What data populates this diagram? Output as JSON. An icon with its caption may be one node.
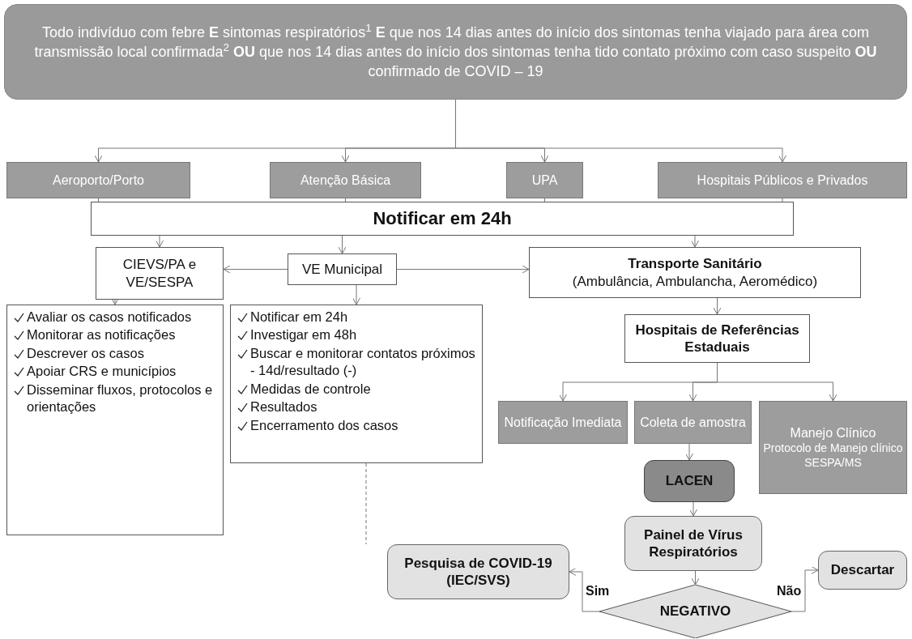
{
  "diagram": {
    "nodes": [
      {
        "text": [
          "Todo indivíduo com febre **E** sintomas respiratórios$^{1}$ **E** que nos 14 dias antes do início dos sintomas tenha viajado para área com transmissão local confirmada$^{2}$ **OU** que nos 14 dias antes do início dos sintomas tenha tido contato próximo com caso suspeito **OU** confirmado de COVID – 19"
        ]
      },
      {
        "text": [
          "Aeroporto/Porto"
        ]
      },
      {
        "text": [
          "Atenção Básica"
        ]
      },
      {
        "text": [
          "UPA"
        ]
      },
      {
        "text": [
          "Hospitais Públicos e Privados"
        ]
      },
      {
        "text": [
          "Notificar em 24h"
        ]
      },
      {
        "text": [
          "CIEVS/PA e VE/SESPA"
        ]
      },
      {
        "text": [
          "VE Municipal"
        ]
      },
      {
        "text": [
          "Transporte Sanitário",
          "(Ambulância, Ambulancha, Aeromédico)"
        ]
      },
      {
        "text": [
          "Avaliar os casos notificados",
          "Monitorar as notificações",
          "Descrever os casos",
          "Apoiar CRS e municípios",
          "Disseminar fluxos, protocolos e orientações"
        ]
      },
      {
        "text": [
          "Notificar em 24h",
          "Investigar em 48h",
          "Buscar e monitorar contatos próximos - 14d/resultado (-)",
          "Medidas de controle",
          "Resultados",
          "Encerramento dos casos"
        ]
      },
      {
        "text": [
          "Hospitais de Referências Estaduais"
        ]
      },
      {
        "text": [
          "Notificação Imediata"
        ]
      },
      {
        "text": [
          "Coleta de amostra"
        ]
      },
      {
        "text": [
          "Manejo Clínico",
          "Protocolo de Manejo clínico SESPA/MS"
        ]
      },
      {
        "text": [
          "LACEN"
        ]
      },
      {
        "text": [
          "Painel de Vírus Respiratórios"
        ]
      },
      {
        "text": [
          "Pesquisa de COVID-19 (IEC/SVS)"
        ]
      },
      {
        "text": [
          "NEGATIVO"
        ]
      },
      {
        "text": [
          "Descartar"
        ]
      }
    ],
    "edges": [
      {
        "from": 0,
        "to": 1,
        "arrow": "to"
      },
      {
        "from": 0,
        "to": 2,
        "arrow": "to"
      },
      {
        "from": 0,
        "to": 3,
        "arrow": "to"
      },
      {
        "from": 0,
        "to": 4,
        "arrow": "to"
      },
      {
        "from": 1,
        "to": 5,
        "arrow": "none"
      },
      {
        "from": 2,
        "to": 5,
        "arrow": "none"
      },
      {
        "from": 3,
        "to": 5,
        "arrow": "none"
      },
      {
        "from": 4,
        "to": 5,
        "arrow": "none"
      },
      {
        "from": 5,
        "to": 6,
        "arrow": "to"
      },
      {
        "from": 5,
        "to": 7,
        "arrow": "to"
      },
      {
        "from": 5,
        "to": 8,
        "arrow": "to"
      },
      {
        "from": 7,
        "to": 6,
        "arrow": "to"
      },
      {
        "from": 7,
        "to": 8,
        "arrow": "to"
      },
      {
        "from": 6,
        "to": 9,
        "arrow": "to"
      },
      {
        "from": 7,
        "to": 10,
        "arrow": "to"
      },
      {
        "from": 8,
        "to": 11,
        "arrow": "to"
      },
      {
        "from": 11,
        "to": 12,
        "arrow": "to"
      },
      {
        "from": 11,
        "to": 13,
        "arrow": "to"
      },
      {
        "from": 11,
        "to": 14,
        "arrow": "to"
      },
      {
        "from": 13,
        "to": 15,
        "arrow": "to"
      },
      {
        "from": 15,
        "to": 16,
        "arrow": "to"
      },
      {
        "from": 16,
        "to": 18,
        "arrow": "to"
      },
      {
        "from": 18,
        "to": 17,
        "arrow": "to",
        "label": "Sim"
      },
      {
        "from": 18,
        "to": 19,
        "arrow": "to",
        "label": "Não"
      },
      {
        "from": 10,
        "to": 17,
        "arrow": "none",
        "style": "dashed"
      }
    ]
  }
}
